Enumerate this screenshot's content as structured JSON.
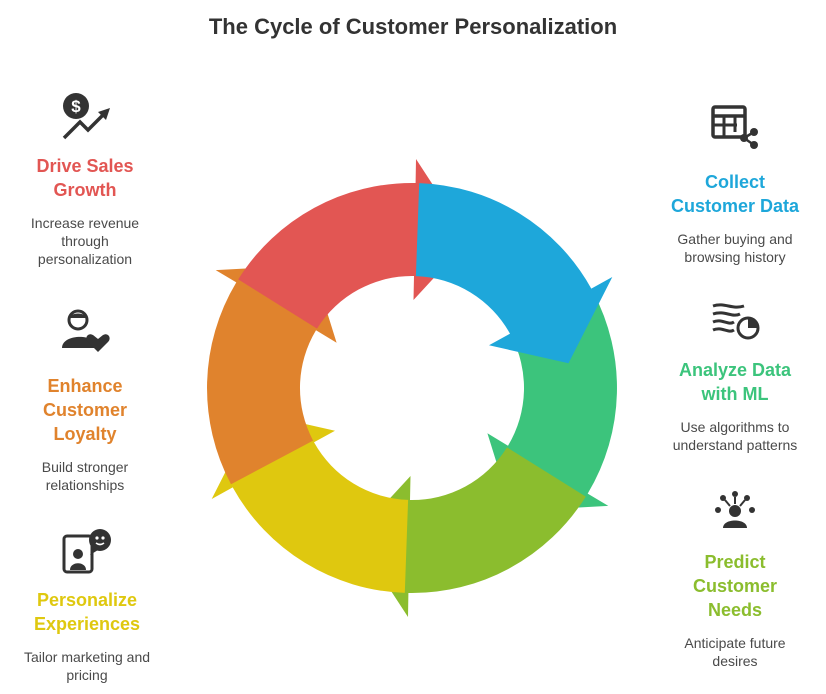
{
  "title": "The Cycle of Customer Personalization",
  "steps": [
    {
      "heading": "Collect\nCustomer Data",
      "description": "Gather buying and\nbrowsing history",
      "color": "#1ea7da",
      "icon": "data-table-share-icon"
    },
    {
      "heading": "Analyze Data\nwith ML",
      "description": "Use algorithms to\nunderstand patterns",
      "color": "#3cc47c",
      "icon": "data-stream-chart-icon"
    },
    {
      "heading": "Predict\nCustomer\nNeeds",
      "description": "Anticipate future\ndesires",
      "color": "#8bbd2e",
      "icon": "person-network-icon"
    },
    {
      "heading": "Personalize\nExperiences",
      "description": "Tailor marketing and\npricing",
      "color": "#dfc80f",
      "icon": "person-speech-icon"
    },
    {
      "heading": "Enhance\nCustomer\nLoyalty",
      "description": "Build stronger\nrelationships",
      "color": "#e0832d",
      "icon": "person-heart-icon"
    },
    {
      "heading": "Drive Sales\nGrowth",
      "description": "Increase revenue\nthrough\npersonalization",
      "color": "#e25653",
      "icon": "dollar-growth-icon"
    }
  ]
}
